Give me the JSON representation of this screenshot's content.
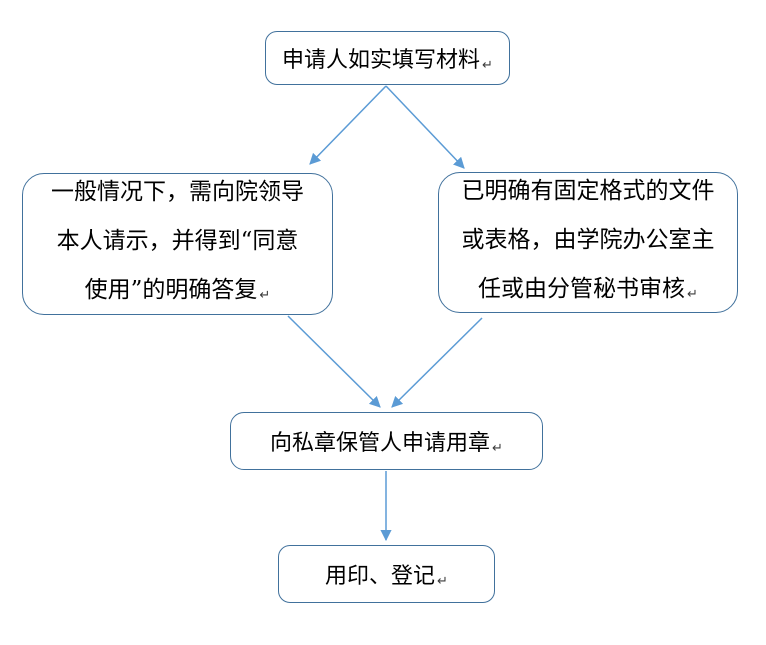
{
  "diagram": {
    "type": "flowchart",
    "background": "#ffffff",
    "colors": {
      "node_border": "#41719C",
      "node_fill": "#ffffff",
      "arrow": "#5B9BD5",
      "text": "#000000"
    },
    "return_mark": "↵",
    "nodes": {
      "start": {
        "id": "start",
        "lines": [
          "申请人如实填写材料"
        ]
      },
      "left": {
        "id": "leader-approval",
        "lines": [
          "一般情况下，需向院领导",
          "本人请示，并得到“同意",
          "使用”的明确答复"
        ]
      },
      "right": {
        "id": "office-review",
        "lines": [
          "已明确有固定格式的文件",
          "或表格，由学院办公室主",
          "任或由分管秘书审核"
        ]
      },
      "apply": {
        "id": "apply-seal",
        "lines": [
          "向私章保管人申请用章"
        ]
      },
      "end": {
        "id": "stamp-register",
        "lines": [
          "用印、登记"
        ]
      }
    },
    "edges": [
      {
        "from": "start",
        "to": "leader-approval"
      },
      {
        "from": "start",
        "to": "office-review"
      },
      {
        "from": "leader-approval",
        "to": "apply-seal"
      },
      {
        "from": "office-review",
        "to": "apply-seal"
      },
      {
        "from": "apply-seal",
        "to": "stamp-register"
      }
    ]
  }
}
